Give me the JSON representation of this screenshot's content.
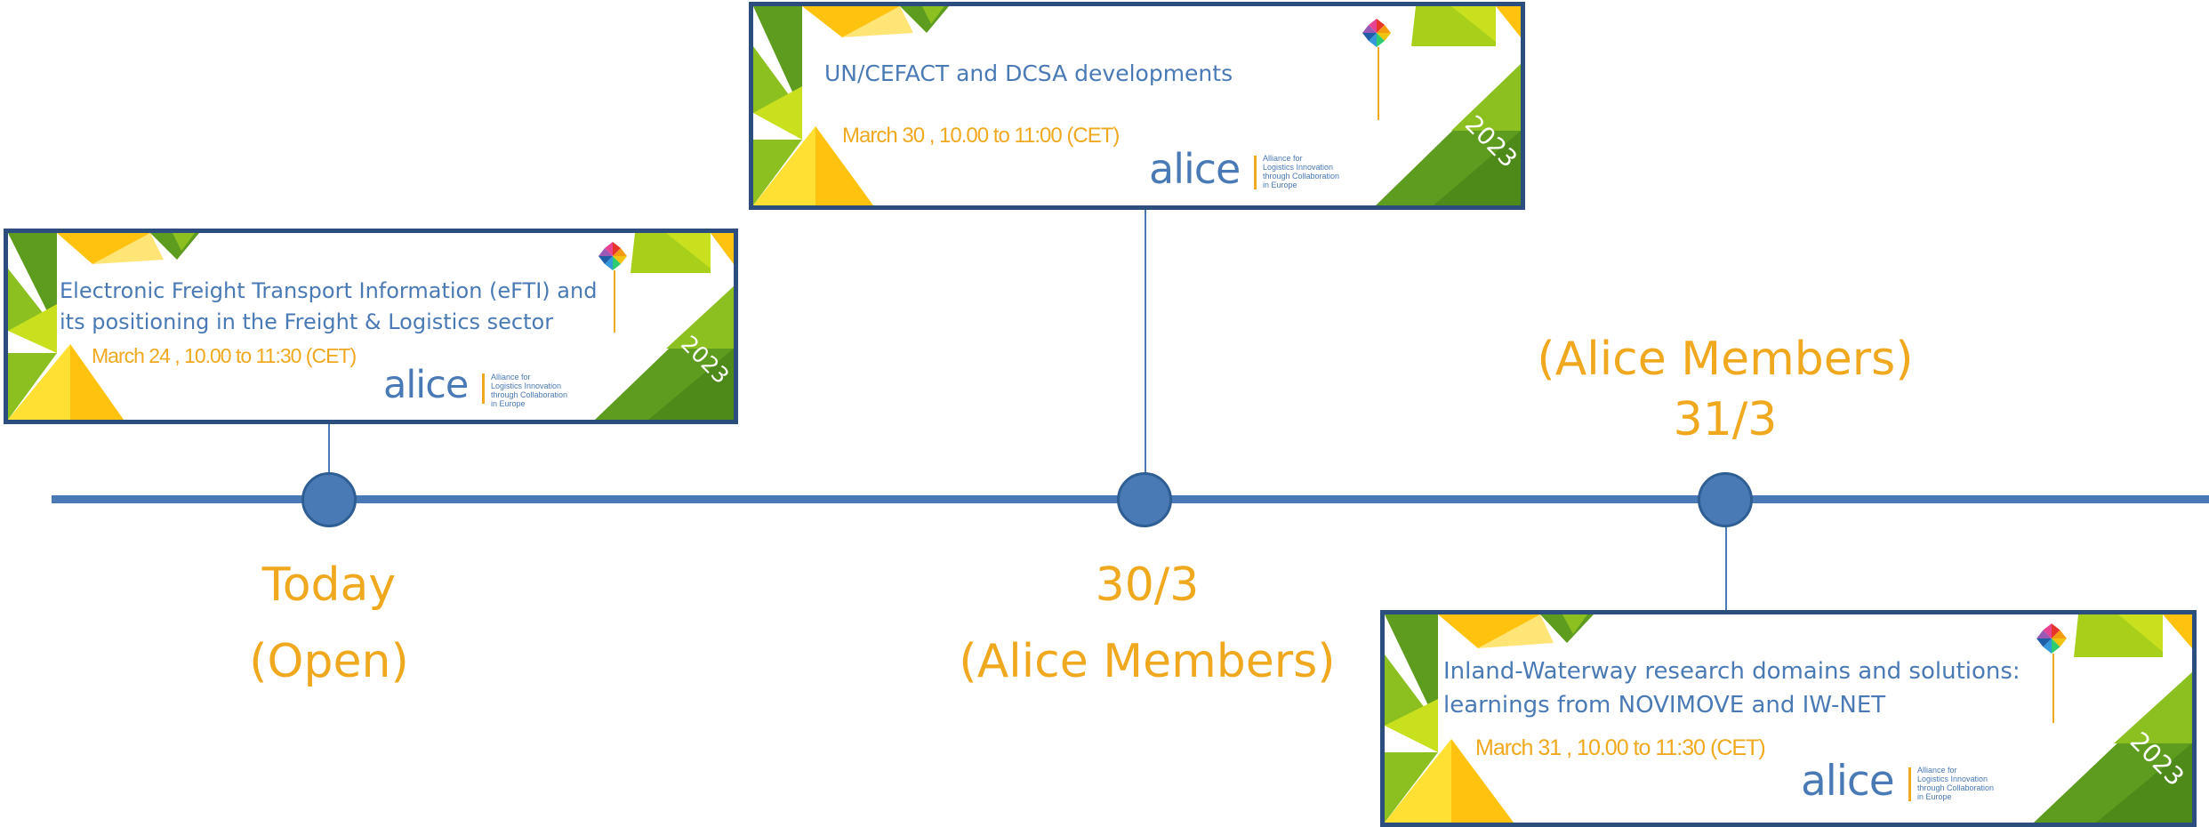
{
  "timeline": {
    "milestones": [
      {
        "line1": "Today",
        "line2": "(Open)"
      },
      {
        "line1": "30/3",
        "line2": "(Alice Members)"
      },
      {
        "line1": "(Alice Members)",
        "line2": "31/3"
      }
    ]
  },
  "events": [
    {
      "title_line1": "Electronic Freight Transport Information (eFTI) and",
      "title_line2": "its positioning in the Freight & Logistics sector",
      "date": "March  24 , 10.00 to 11:30 (CET)",
      "year": "2023"
    },
    {
      "title_line1": "UN/CEFACT and DCSA developments",
      "title_line2": "",
      "date": "March  30 , 10.00 to 11:00 (CET)",
      "year": "2023"
    },
    {
      "title_line1": "Inland-Waterway research domains and solutions:",
      "title_line2": "learnings from NOVIMOVE and IW-NET",
      "date": "March 31 , 10.00 to 11:30 (CET)",
      "year": "2023"
    }
  ],
  "logo": {
    "word": "alice",
    "tagline": [
      "Alliance for",
      "Logistics Innovation",
      "through Collaboration",
      "in Europe"
    ],
    "icon": "pinwheel-icon"
  },
  "colors": {
    "timeline_blue": "#4a7ab5",
    "accent_orange": "#f0a81e",
    "card_border": "#2b4e7e",
    "green_dark": "#5e9c1f",
    "green_light": "#a8cf1a",
    "yellow": "#ffd21a"
  }
}
